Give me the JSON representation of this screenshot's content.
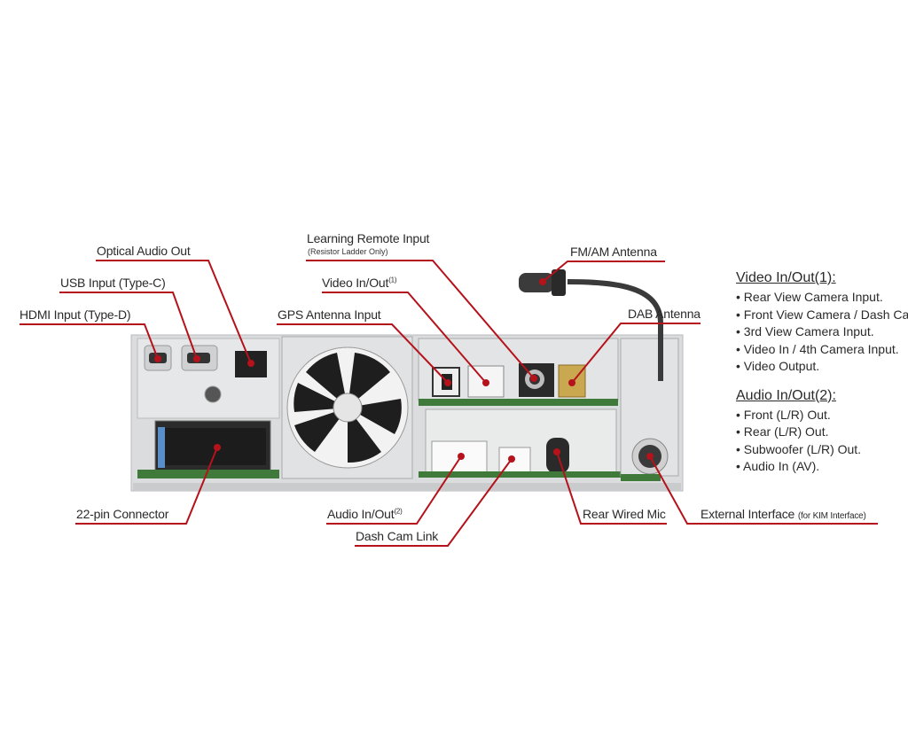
{
  "colors": {
    "leader": "#b5121b",
    "chassis": "#d9dbdd",
    "pcb": "#3f7a3a"
  },
  "labels": {
    "optical_audio_out": "Optical Audio Out",
    "usb_input": "USB Input (Type-C)",
    "hdmi_input": "HDMI Input (Type-D)",
    "learning_remote": "Learning Remote Input",
    "learning_remote_note": "(Resistor Ladder Only)",
    "video_in_out": "Video In/Out",
    "video_in_out_sup": "(1)",
    "gps_antenna": "GPS Antenna Input",
    "fm_am_antenna": "FM/AM Antenna",
    "dab_antenna": "DAB Antenna",
    "pin22_connector": "22-pin Connector",
    "audio_in_out": "Audio In/Out",
    "audio_in_out_sup": "(2)",
    "dash_cam_link": "Dash Cam Link",
    "rear_wired_mic": "Rear Wired Mic",
    "external_interface": "External Interface",
    "external_interface_note": "(for KIM Interface)"
  },
  "notes": {
    "video": {
      "title": "Video In/Out(1):",
      "items": [
        "Rear View Camera Input.",
        "Front View Camera / Dash Cam",
        "3rd View Camera Input.",
        "Video In / 4th Camera Input.",
        "Video Output."
      ]
    },
    "audio": {
      "title": "Audio In/Out(2):",
      "items": [
        "Front (L/R) Out.",
        "Rear (L/R) Out.",
        "Subwoofer (L/R) Out.",
        "Audio In (AV)."
      ]
    }
  }
}
